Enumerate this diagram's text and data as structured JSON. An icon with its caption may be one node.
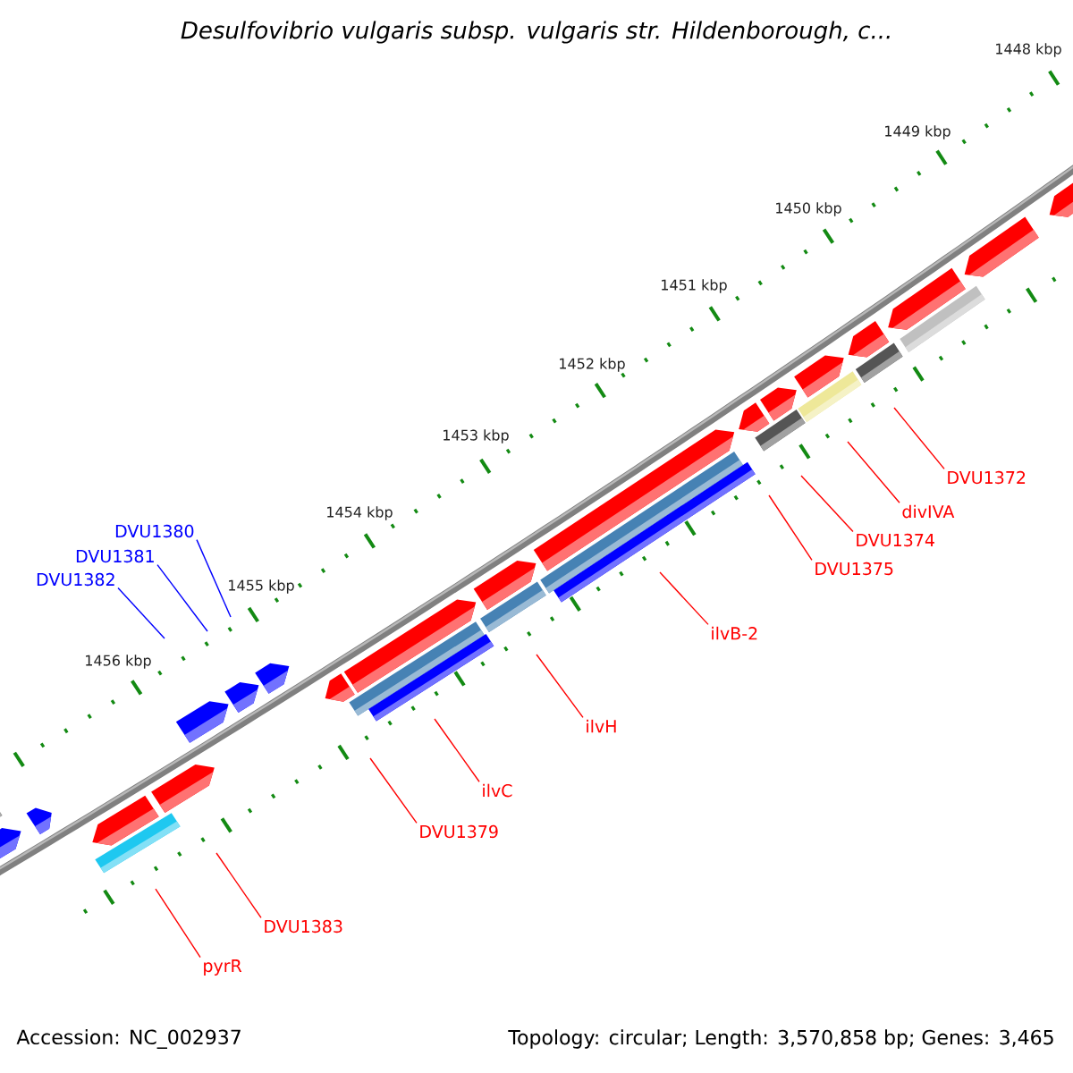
{
  "diagram": {
    "title": "Desulfovibrio vulgaris subsp. vulgaris str. Hildenborough, c...",
    "nodes": [
      {
        "text": [
          "DVU1372"
        ]
      },
      {
        "text": [
          "divIVA"
        ]
      },
      {
        "text": [
          "DVU1374"
        ]
      },
      {
        "text": [
          "DVU1375"
        ]
      },
      {
        "text": [
          "ilvB-2"
        ]
      },
      {
        "text": [
          "ilvH"
        ]
      },
      {
        "text": [
          "ilvC"
        ]
      },
      {
        "text": [
          "DVU1379"
        ]
      },
      {
        "text": [
          "DVU1383"
        ]
      },
      {
        "text": [
          "pyrR"
        ]
      },
      {
        "text": [
          "DVU1380"
        ]
      },
      {
        "text": [
          "DVU1381"
        ]
      },
      {
        "text": [
          "DVU1382"
        ]
      }
    ],
    "edges": [
      {
        "from": 0,
        "to": null,
        "arrow": "none"
      },
      {
        "from": 1,
        "to": null,
        "arrow": "none"
      },
      {
        "from": 2,
        "to": null,
        "arrow": "none"
      },
      {
        "from": 3,
        "to": null,
        "arrow": "none"
      },
      {
        "from": 4,
        "to": null,
        "arrow": "none"
      },
      {
        "from": 5,
        "to": null,
        "arrow": "none"
      },
      {
        "from": 6,
        "to": null,
        "arrow": "none"
      },
      {
        "from": 7,
        "to": null,
        "arrow": "none"
      },
      {
        "from": 8,
        "to": null,
        "arrow": "none"
      },
      {
        "from": 9,
        "to": null,
        "arrow": "none"
      },
      {
        "from": 10,
        "to": null,
        "arrow": "none",
        "color": "#0000ff"
      },
      {
        "from": 11,
        "to": null,
        "arrow": "none",
        "color": "#0000ff"
      },
      {
        "from": 12,
        "to": null,
        "arrow": "none",
        "color": "#0000ff"
      }
    ],
    "labels": [
      "1448 kbp",
      "1449 kbp",
      "1450 kbp",
      "1451 kbp",
      "1452 kbp",
      "1453 kbp",
      "1454 kbp",
      "1455 kbp",
      "1456 kbp",
      "Accession: NC_002937",
      "Topology: circular; Length: 3,570,858 bp; Genes: 3,465"
    ]
  }
}
